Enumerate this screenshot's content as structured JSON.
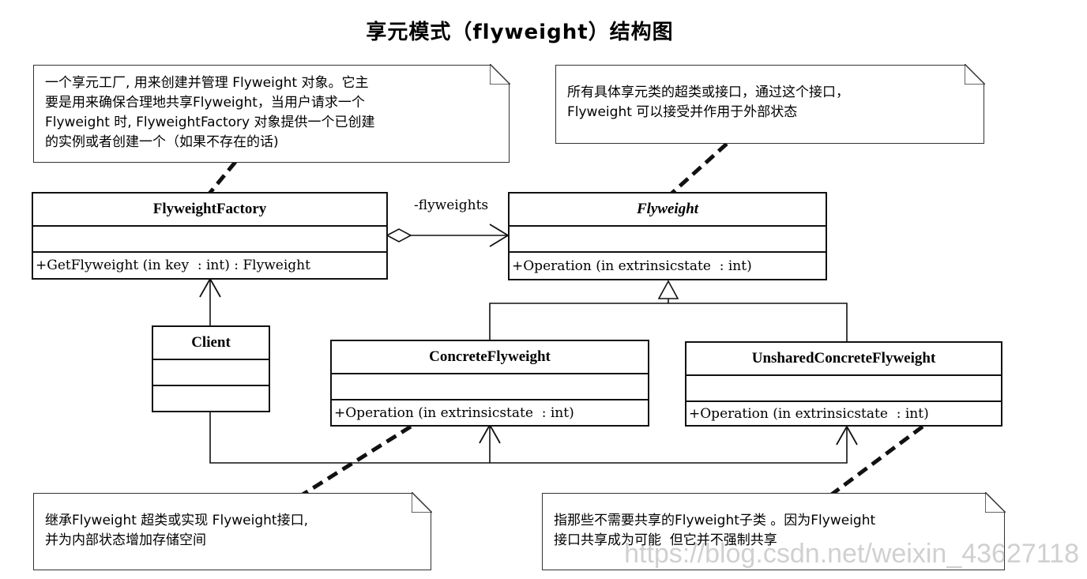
{
  "title": "享元模式（flyweight）结构图",
  "classes": {
    "factory": {
      "name": "FlyweightFactory",
      "operation": "+GetFlyweight (in key  : int) : Flyweight"
    },
    "flyweight": {
      "name": "Flyweight",
      "operation": "+Operation (in extrinsicstate  : int)"
    },
    "client": {
      "name": "Client"
    },
    "concrete": {
      "name": "ConcreteFlyweight",
      "operation": "+Operation (in extrinsicstate  : int)"
    },
    "unshared": {
      "name": "UnsharedConcreteFlyweight",
      "operation": "+Operation (in extrinsicstate  : int)"
    }
  },
  "association_label": "-flyweights",
  "notes": {
    "factory_note": [
      "一个享元工厂, 用来创建并管理 Flyweight 对象。它主",
      "要是用来确保合理地共享Flyweight，当用户请求一个",
      "Flyweight 时, FlyweightFactory 对象提供一个已创建",
      "的实例或者创建一个（如果不存在的话)"
    ],
    "flyweight_note": [
      "所有具体享元类的超类或接口，通过这个接口，",
      "Flyweight 可以接受并作用于外部状态"
    ],
    "concrete_note": [
      "继承Flyweight 超类或实现 Flyweight接口,",
      "并为内部状态增加存储空间"
    ],
    "unshared_note": [
      "指那些不需要共享的Flyweight子类 。因为Flyweight",
      "接口共享成为可能  但它并不强制共享"
    ]
  },
  "watermark": "https://blog.csdn.net/weixin_43627118"
}
